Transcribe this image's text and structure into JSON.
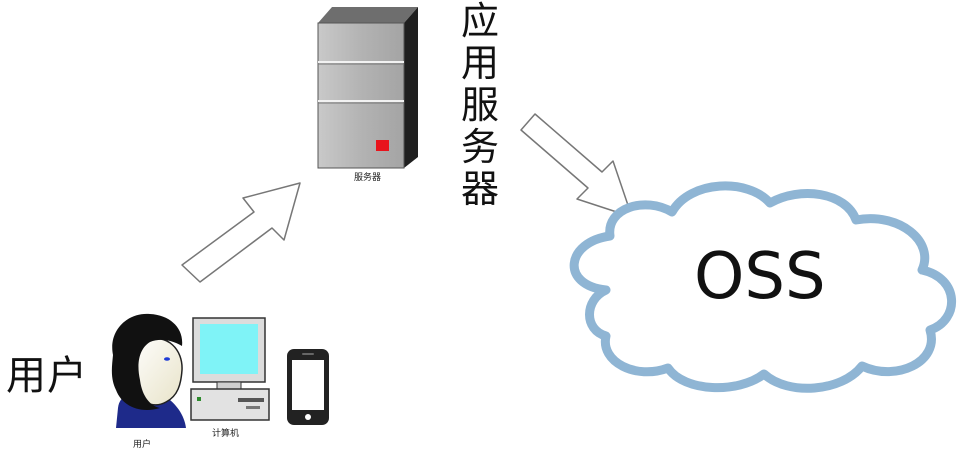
{
  "labels": {
    "server_vertical": [
      "应",
      "用",
      "服",
      "务",
      "器"
    ],
    "server_caption": "服务器",
    "user_big": "用户",
    "user_caption": "用户",
    "computer_caption": "计算机",
    "cloud": "OSS"
  },
  "colors": {
    "cloud_stroke": "#8fb5d4",
    "server_led": "#e8141c",
    "monitor_screen": "#7ff3f7",
    "user_shirt": "#1e2a8a"
  },
  "icons": {
    "server": "server-tower-icon",
    "person": "user-avatar-icon",
    "computer": "desktop-computer-icon",
    "phone": "smartphone-icon",
    "cloud": "cloud-icon"
  }
}
